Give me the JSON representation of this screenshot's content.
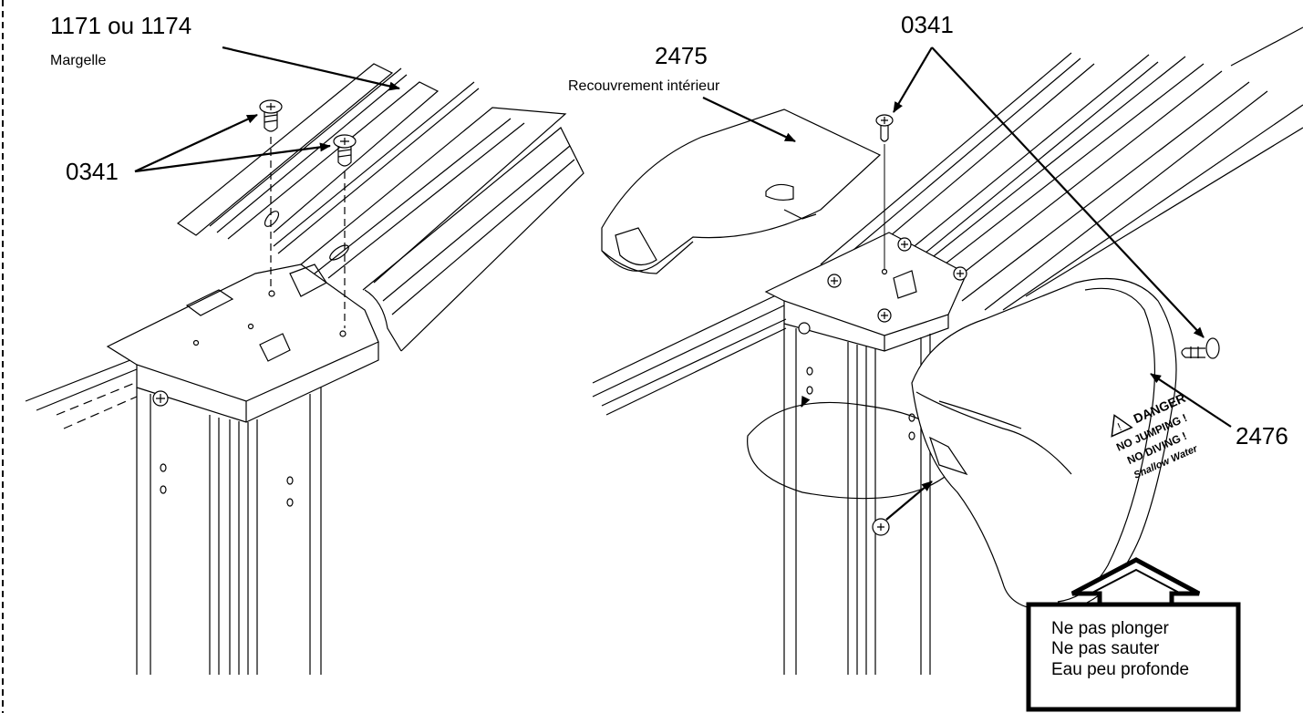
{
  "left_panel": {
    "part_margelle": "1171 ou 1174",
    "margelle_label": "Margelle",
    "screw_part": "0341"
  },
  "right_panel": {
    "cover_part": "2475",
    "cover_label": "Recouvrement intérieur",
    "screw_part": "0341",
    "cap_part": "2476",
    "cap_warning_title": "DANGER",
    "cap_warning_line1": "NO JUMPING !",
    "cap_warning_line2": "NO DIVING !",
    "cap_warning_line3": "Shallow Water"
  },
  "warning_box": {
    "lines": [
      "Ne pas plonger",
      "Ne pas sauter",
      "Eau peu profonde"
    ]
  }
}
